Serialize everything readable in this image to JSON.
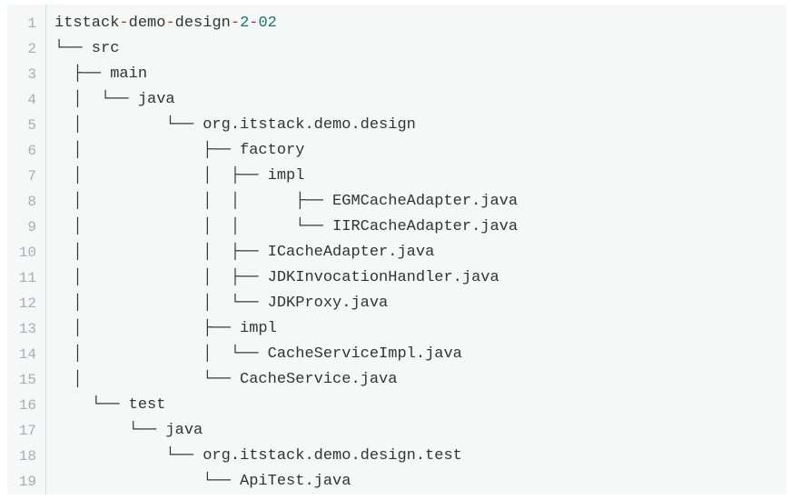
{
  "panel": {
    "kind": "code-block",
    "description": "directory tree listing with line numbers",
    "line_count": 19
  },
  "colors": {
    "page_background": "#ffffff",
    "panel_background": "#f6f7f7",
    "line_number": "#a7aeb3",
    "separator": "#d9dddd",
    "code_text": "#333333",
    "operator": "#9e3039",
    "number_literal": "#177a6b"
  },
  "lines": [
    {
      "n": "1",
      "segs": [
        {
          "t": "itstack",
          "c": "pln"
        },
        {
          "t": "-",
          "c": "pun"
        },
        {
          "t": "demo",
          "c": "pln"
        },
        {
          "t": "-",
          "c": "pun"
        },
        {
          "t": "design",
          "c": "pln"
        },
        {
          "t": "-",
          "c": "pun"
        },
        {
          "t": "2",
          "c": "num"
        },
        {
          "t": "-",
          "c": "pun"
        },
        {
          "t": "02",
          "c": "num"
        }
      ]
    },
    {
      "n": "2",
      "segs": [
        {
          "t": "└── src",
          "c": "pln"
        }
      ]
    },
    {
      "n": "3",
      "segs": [
        {
          "t": "  ├── main",
          "c": "pln"
        }
      ]
    },
    {
      "n": "4",
      "segs": [
        {
          "t": "  │  └── java",
          "c": "pln"
        }
      ]
    },
    {
      "n": "5",
      "segs": [
        {
          "t": "  │         └── org.itstack.demo.design",
          "c": "pln"
        }
      ]
    },
    {
      "n": "6",
      "segs": [
        {
          "t": "  │             ├── factory",
          "c": "pln"
        }
      ]
    },
    {
      "n": "7",
      "segs": [
        {
          "t": "  │             │  ├── impl",
          "c": "pln"
        }
      ]
    },
    {
      "n": "8",
      "segs": [
        {
          "t": "  │             │  │      ├── EGMCacheAdapter.java",
          "c": "pln"
        }
      ]
    },
    {
      "n": "9",
      "segs": [
        {
          "t": "  │             │  │      └── IIRCacheAdapter.java",
          "c": "pln"
        }
      ]
    },
    {
      "n": "10",
      "segs": [
        {
          "t": "  │             │  ├── ICacheAdapter.java",
          "c": "pln"
        }
      ]
    },
    {
      "n": "11",
      "segs": [
        {
          "t": "  │             │  ├── JDKInvocationHandler.java",
          "c": "pln"
        }
      ]
    },
    {
      "n": "12",
      "segs": [
        {
          "t": "  │             │  └── JDKProxy.java",
          "c": "pln"
        }
      ]
    },
    {
      "n": "13",
      "segs": [
        {
          "t": "  │             ├── impl",
          "c": "pln"
        }
      ]
    },
    {
      "n": "14",
      "segs": [
        {
          "t": "  │             │  └── CacheServiceImpl.java",
          "c": "pln"
        }
      ]
    },
    {
      "n": "15",
      "segs": [
        {
          "t": "  │             └── CacheService.java",
          "c": "pln"
        }
      ]
    },
    {
      "n": "16",
      "segs": [
        {
          "t": "    └── test",
          "c": "pln"
        }
      ]
    },
    {
      "n": "17",
      "segs": [
        {
          "t": "        └── java",
          "c": "pln"
        }
      ]
    },
    {
      "n": "18",
      "segs": [
        {
          "t": "            └── org.itstack.demo.design.test",
          "c": "pln"
        }
      ]
    },
    {
      "n": "19",
      "segs": [
        {
          "t": "                └── ApiTest.java",
          "c": "pln"
        }
      ]
    }
  ]
}
